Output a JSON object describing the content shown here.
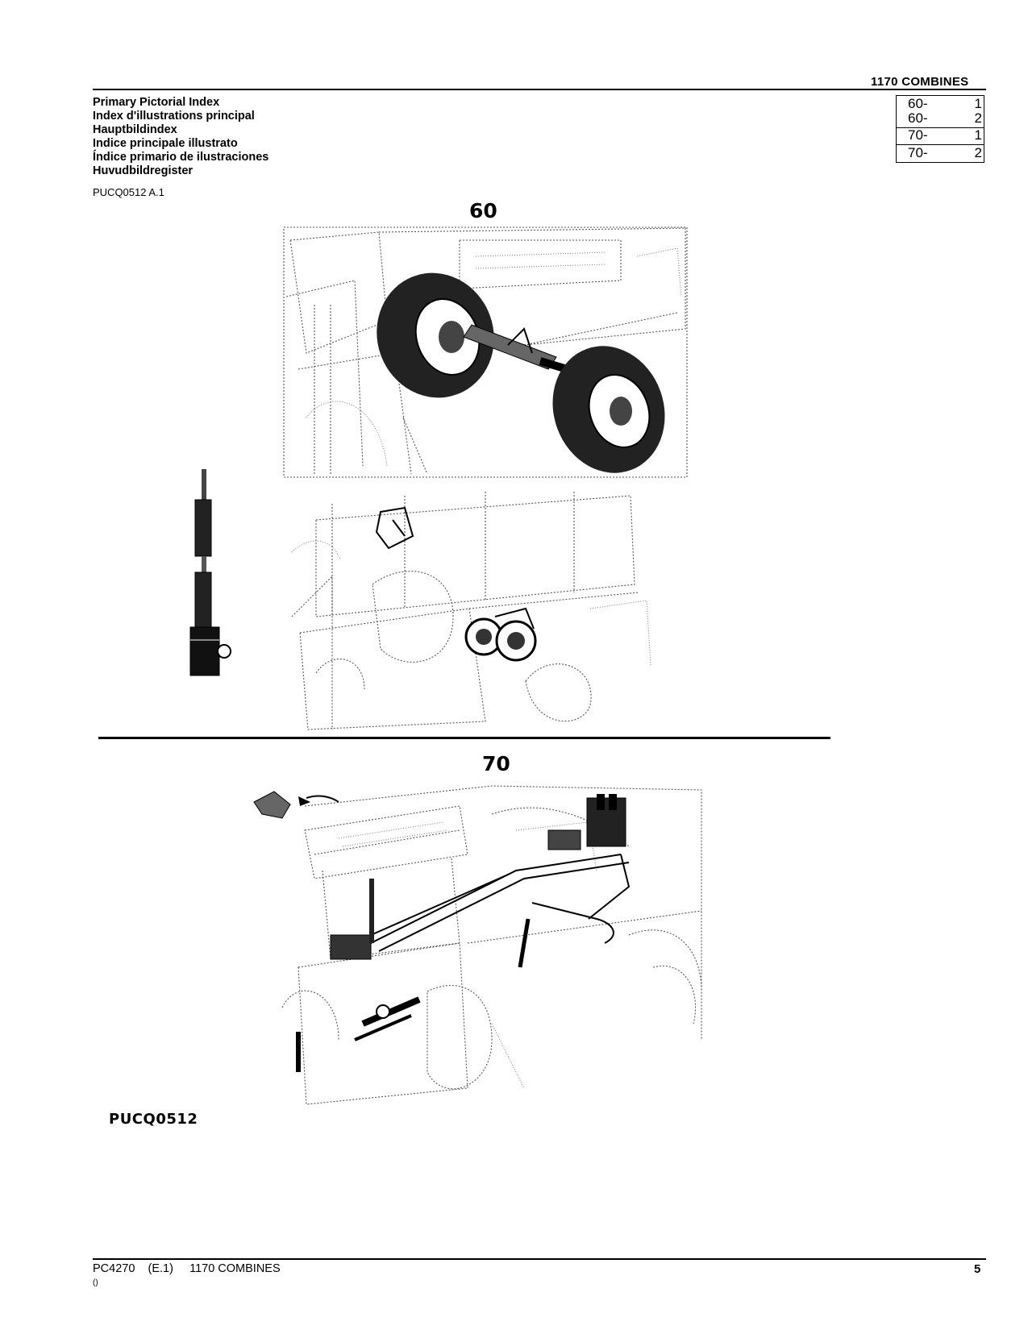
{
  "header": {
    "title": "1170  COMBINES"
  },
  "titles": [
    "Primary Pictorial Index",
    "Index d'illustrations principal",
    "Hauptbildindex",
    "Indice principale illustrato",
    "Índice primario de ilustraciones",
    "Huvudbildregister"
  ],
  "ref_code": "PUCQ0512 A.1",
  "index_box": [
    {
      "page": "60-",
      "num": "1"
    },
    {
      "page": "60-",
      "num": "2"
    },
    {
      "page": "70-",
      "num": "1"
    },
    {
      "page": "70-",
      "num": "2"
    }
  ],
  "sections": [
    {
      "number": "60"
    },
    {
      "number": "70"
    }
  ],
  "art_code": "PUCQ0512",
  "footer": {
    "left": "PC4270    (E.1)     1170 COMBINES",
    "page": "5",
    "paren": "()"
  }
}
